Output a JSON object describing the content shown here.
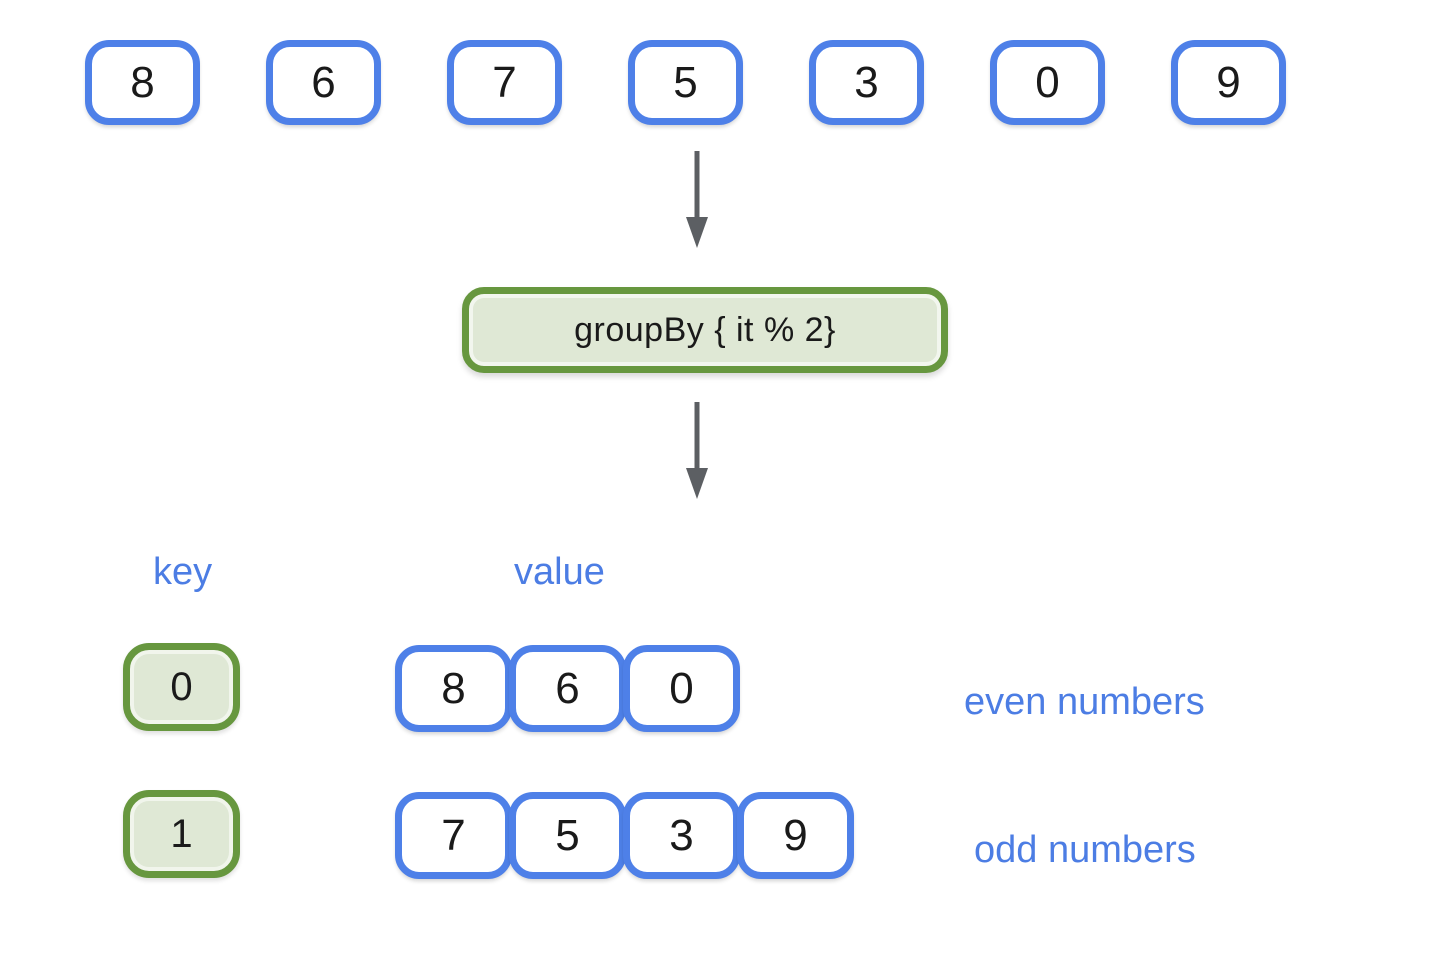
{
  "input": {
    "items": [
      8,
      6,
      7,
      5,
      3,
      0,
      9
    ]
  },
  "operation": {
    "label": "groupBy { it % 2}"
  },
  "output": {
    "key_header": "key",
    "value_header": "value",
    "groups": [
      {
        "key": 0,
        "values": [
          8,
          6,
          0
        ],
        "annotation": "even numbers"
      },
      {
        "key": 1,
        "values": [
          7,
          5,
          3,
          9
        ],
        "annotation": "odd numbers"
      }
    ]
  },
  "icons": {
    "flow_top": "down-arrow-icon",
    "flow_bottom": "down-arrow-icon"
  },
  "colors": {
    "blue_border": "#4E80E8",
    "blue_text": "#4C7DE4",
    "green_border": "#67973F",
    "green_fill": "#DFE8D5",
    "arrow_gray": "#5C5F63",
    "text_black": "#1A1A1A",
    "background": "#FFFFFF"
  }
}
